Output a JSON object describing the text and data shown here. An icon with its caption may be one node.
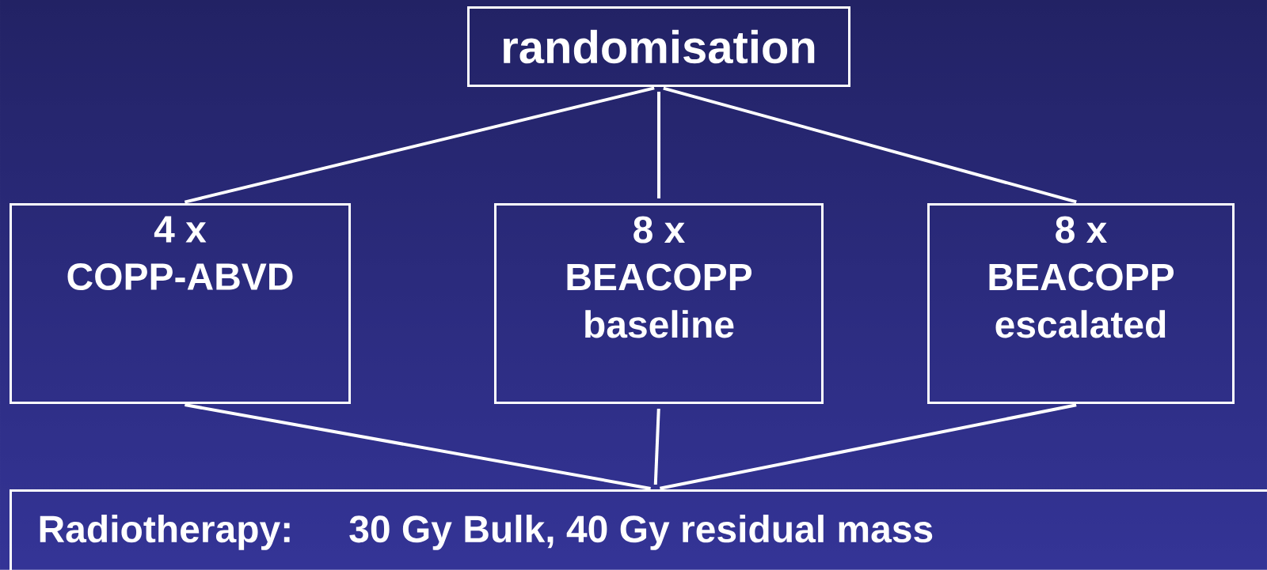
{
  "diagram": {
    "nodes": [
      {
        "text": [
          "randomisation"
        ]
      },
      {
        "text": [
          "4 x COPP-ABVD"
        ]
      },
      {
        "text": [
          "8 x BEACOPP baseline"
        ]
      },
      {
        "text": [
          "8 x BEACOPP escalated"
        ]
      },
      {
        "text": [
          "Radiotherapy:",
          "30 Gy Bulk, 40 Gy residual mass"
        ]
      }
    ],
    "edges": [
      {
        "from": 0,
        "to": 1,
        "arrow": "none"
      },
      {
        "from": 0,
        "to": 2,
        "arrow": "none"
      },
      {
        "from": 0,
        "to": 3,
        "arrow": "none"
      },
      {
        "from": 1,
        "to": 4,
        "arrow": "none"
      },
      {
        "from": 2,
        "to": 4,
        "arrow": "none"
      },
      {
        "from": 3,
        "to": 4,
        "arrow": "none"
      }
    ]
  }
}
